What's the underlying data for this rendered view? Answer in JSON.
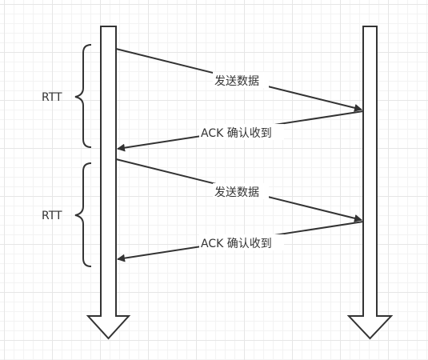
{
  "diagram": {
    "rtt_labels": [
      "RTT",
      "RTT"
    ],
    "messages": [
      {
        "label": "发送数据",
        "direction": "right"
      },
      {
        "label": "ACK 确认收到",
        "direction": "left"
      },
      {
        "label": "发送数据",
        "direction": "right"
      },
      {
        "label": "ACK 确认收到",
        "direction": "left"
      }
    ],
    "colors": {
      "line": "#333333",
      "lifeline_fill": "#ffffff",
      "grid_major": "#e6e6e6",
      "grid_minor": "#f3f3f3"
    }
  }
}
